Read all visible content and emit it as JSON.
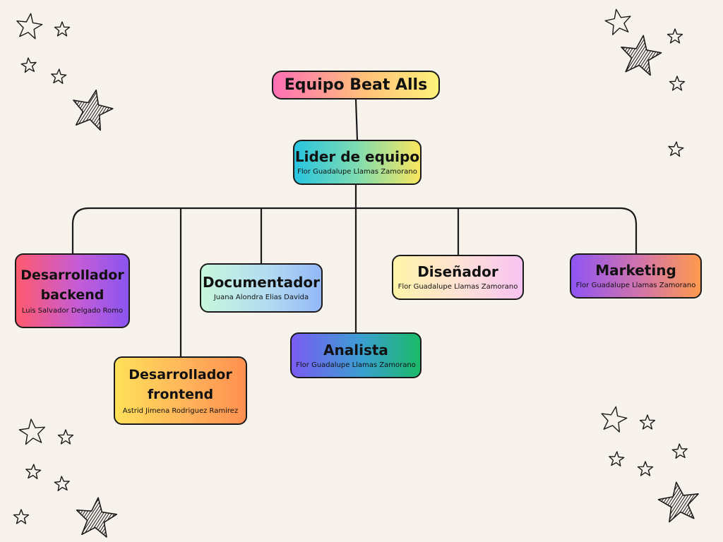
{
  "title": "Equipo Beat Alls",
  "nodes": {
    "lider": {
      "title": "Lider de equipo",
      "name": "Flor Guadalupe Llamas Zamorano"
    },
    "backend": {
      "title_line1": "Desarrollador",
      "title_line2": "backend",
      "name": "Luis Salvador Delgado Romo"
    },
    "frontend": {
      "title_line1": "Desarrollador",
      "title_line2": "frontend",
      "name": "Astrid Jimena Rodriguez Ramirez"
    },
    "documentador": {
      "title": "Documentador",
      "name": "Juana Alondra Elias Davida"
    },
    "analista": {
      "title": "Analista",
      "name": "Flor Guadalupe Llamas Zamorano"
    },
    "disenador": {
      "title": "Diseñador",
      "name": "Flor Guadalupe Llamas Zamorano"
    },
    "marketing": {
      "title": "Marketing",
      "name": "Flor Guadalupe Llamas Zamorano"
    }
  },
  "icons": {
    "decoration": "star-icon"
  },
  "colors": {
    "background": "#f7f3ec",
    "outline": "#1a1a1a"
  }
}
